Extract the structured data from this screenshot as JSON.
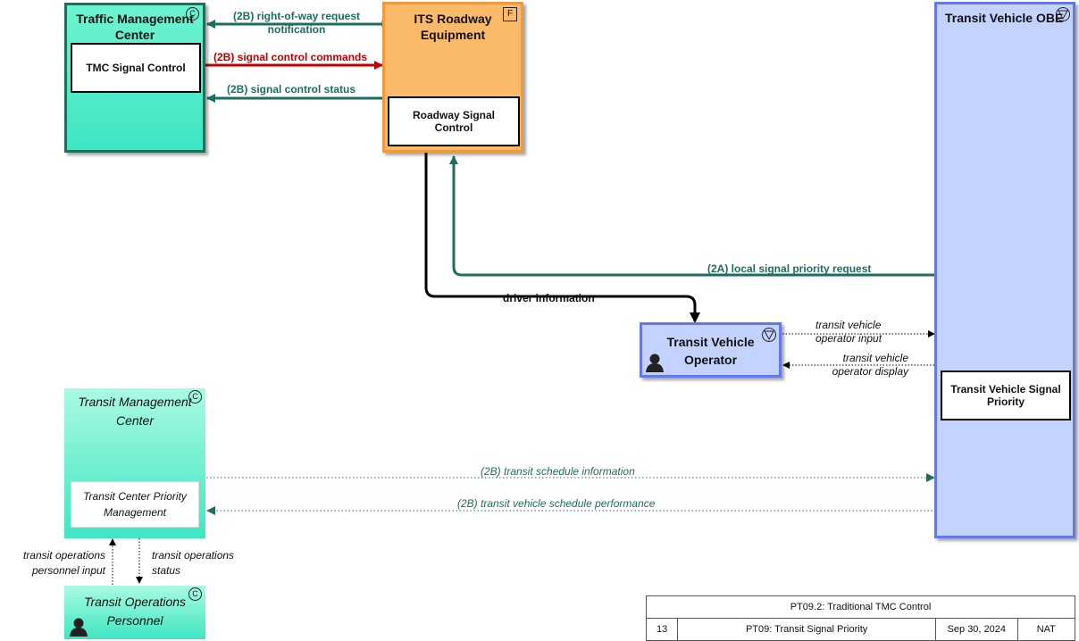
{
  "colors": {
    "green_flow": "#1c6f5c",
    "red_flow": "#c00000",
    "center_fill_top": "#6ef3d0",
    "center_fill_bottom": "#3fe6c2",
    "field_fill": "#fbb96a",
    "vehicle_fill": "#c3d2ff",
    "vehicle_border": "#6677e8"
  },
  "entities": {
    "tmc": {
      "title": "Traffic Management Center",
      "badge": "C",
      "inner": "TMC Signal Control"
    },
    "its": {
      "title": "ITS Roadway Equipment",
      "badge": "F",
      "inner": "Roadway Signal Control"
    },
    "obe": {
      "title": "Transit Vehicle OBE",
      "badge": "V",
      "inner": "Transit Vehicle Signal Priority"
    },
    "operator": {
      "title": "Transit Vehicle Operator",
      "badge": "V"
    },
    "transit_mc": {
      "title": "Transit Management Center",
      "badge": "C",
      "inner": "Transit Center Priority Management"
    },
    "transit_ops": {
      "title": "Transit Operations Personnel",
      "badge": "C"
    }
  },
  "flows": {
    "row_notification": "(2B) right-of-way request notification",
    "signal_commands": "(2B) signal control commands",
    "signal_status": "(2B) signal control status",
    "local_priority": "(2A) local signal priority request",
    "driver_info": "driver information",
    "operator_input": "transit vehicle operator input",
    "operator_display": "transit vehicle operator display",
    "schedule_info": "(2B) transit schedule information",
    "schedule_perf": "(2B) transit vehicle schedule performance",
    "ops_input": "transit operations personnel input",
    "ops_status": "transit operations status"
  },
  "title_block": {
    "heading": "PT09.2: Traditional TMC Control",
    "number": "13",
    "package": "PT09: Transit Signal Priority",
    "date": "Sep 30, 2024",
    "scope": "NAT"
  }
}
